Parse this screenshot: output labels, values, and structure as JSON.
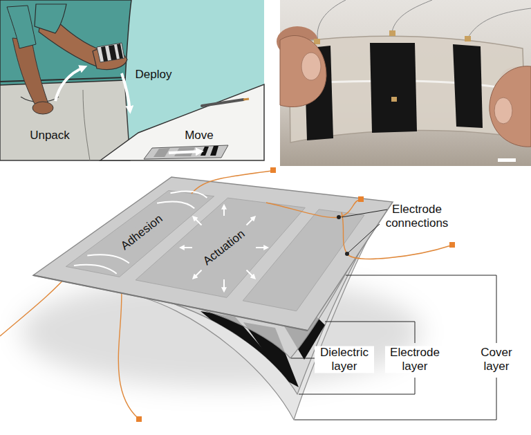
{
  "diagram": {
    "labels": [
      "Unpack",
      "Deploy",
      "Move",
      "Adhesion",
      "Actuation",
      "Electrode connections",
      "Dielectric layer",
      "Electrode layer",
      "Cover layer"
    ]
  }
}
